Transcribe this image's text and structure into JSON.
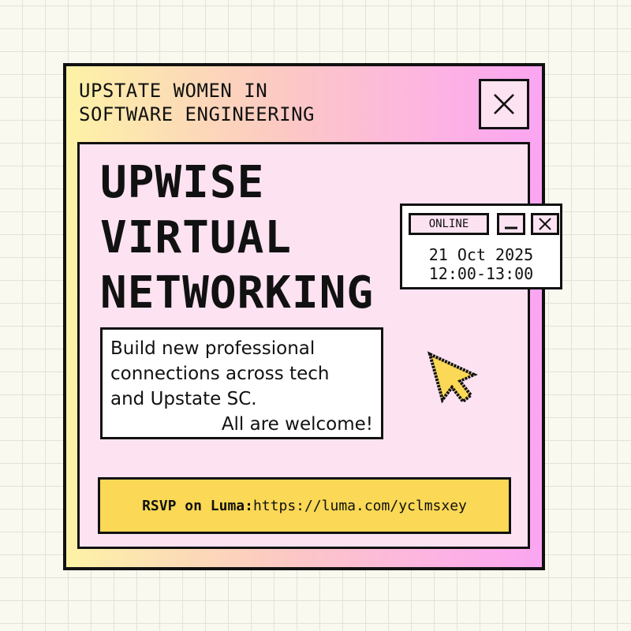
{
  "window": {
    "title_line1": "UPSTATE WOMEN IN",
    "title_line2": "SOFTWARE ENGINEERING",
    "close_icon": "close-x-icon"
  },
  "headline": {
    "line1": "UPWISE",
    "line2": "VIRTUAL",
    "line3": "NETWORKING"
  },
  "description": {
    "line1": "Build new professional",
    "line2": "connections across tech",
    "line3": "and Upstate SC.",
    "line4": "All are welcome!"
  },
  "date_window": {
    "status_label": "ONLINE",
    "minimize_icon": "minimize-icon",
    "close_icon": "close-x-icon",
    "date": "21 Oct 2025",
    "time": "12:00-13:00"
  },
  "rsvp": {
    "label": "RSVP on Luma:",
    "url": "https://luma.com/yclmsxey"
  },
  "decorations": {
    "cursor_icon": "pixel-arrow-cursor-icon"
  },
  "colors": {
    "background": "#faf9f0",
    "grid_line": "#e3e2d6",
    "gradient_start": "#fdf2a6",
    "gradient_mid": "#fcc9c3",
    "gradient_end": "#fba5f2",
    "inner_panel": "#fde2f2",
    "rsvp_bar": "#fbd855",
    "cursor_fill": "#fbd855",
    "border": "#111111"
  }
}
